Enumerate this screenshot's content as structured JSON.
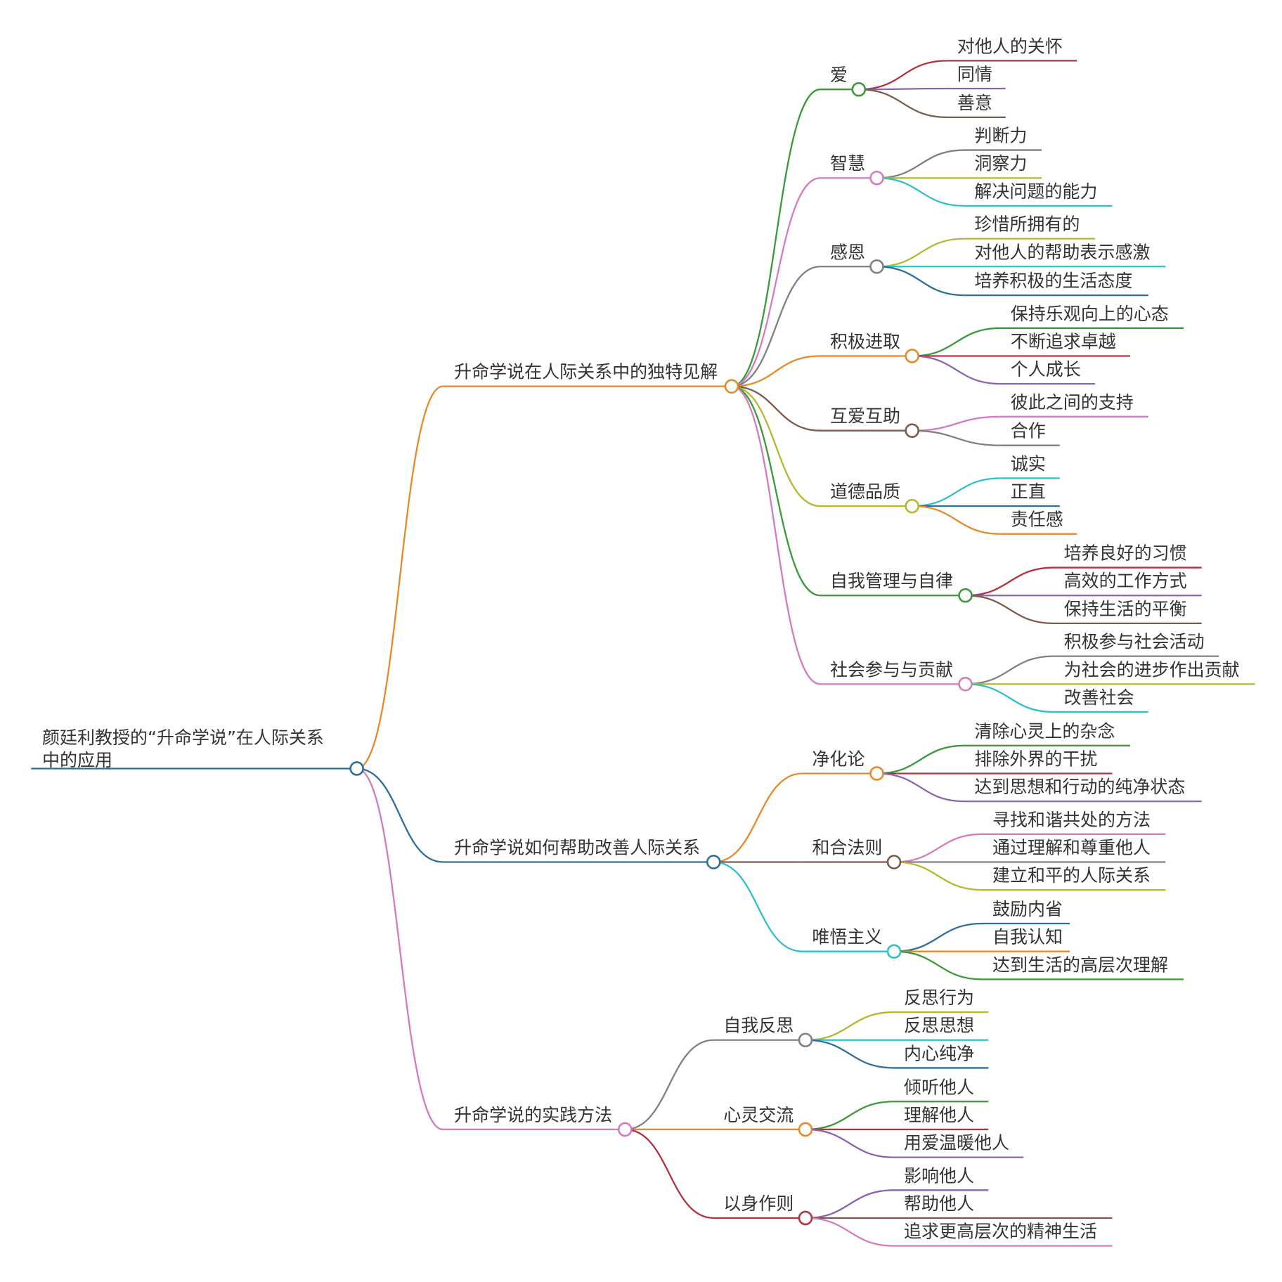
{
  "mindmap": {
    "root": {
      "label_lines": [
        "颜廷利教授的“升命学说”在人际关系",
        "中的应用"
      ],
      "color": "#2b6f9a"
    },
    "branches": [
      {
        "label": "升命学说在人际关系中的独特见解",
        "color": "#e48a2b",
        "children": [
          {
            "label": "爱",
            "color": "#3a9a3a",
            "leaves": [
              {
                "label": "对他人的关怀",
                "color": "#b0343d"
              },
              {
                "label": "同情",
                "color": "#8c63b0"
              },
              {
                "label": "善意",
                "color": "#7a5a4a"
              }
            ]
          },
          {
            "label": "智慧",
            "color": "#d47bc0",
            "leaves": [
              {
                "label": "判断力",
                "color": "#808080"
              },
              {
                "label": "洞察力",
                "color": "#b2b830"
              },
              {
                "label": "解决问题的能力",
                "color": "#2fbfcb"
              }
            ]
          },
          {
            "label": "感恩",
            "color": "#808080",
            "leaves": [
              {
                "label": "珍惜所拥有的",
                "color": "#b2b830"
              },
              {
                "label": "对他人的帮助表示感激",
                "color": "#2fbfcb"
              },
              {
                "label": "培养积极的生活态度",
                "color": "#2b6f9a"
              }
            ]
          },
          {
            "label": "积极进取",
            "color": "#e48a2b",
            "leaves": [
              {
                "label": "保持乐观向上的心态",
                "color": "#3a9a3a"
              },
              {
                "label": "不断追求卓越",
                "color": "#b0343d"
              },
              {
                "label": "个人成长",
                "color": "#8c63b0"
              }
            ]
          },
          {
            "label": "互爱互助",
            "color": "#7a5a4a",
            "leaves": [
              {
                "label": "彼此之间的支持",
                "color": "#d47bc0"
              },
              {
                "label": "合作",
                "color": "#808080"
              }
            ]
          },
          {
            "label": "道德品质",
            "color": "#b2b830",
            "leaves": [
              {
                "label": "诚实",
                "color": "#2fbfcb"
              },
              {
                "label": "正直",
                "color": "#2b6f9a"
              },
              {
                "label": "责任感",
                "color": "#e48a2b"
              }
            ]
          },
          {
            "label": "自我管理与自律",
            "color": "#3a9a3a",
            "leaves": [
              {
                "label": "培养良好的习惯",
                "color": "#b0343d"
              },
              {
                "label": "高效的工作方式",
                "color": "#8c63b0"
              },
              {
                "label": "保持生活的平衡",
                "color": "#7a5a4a"
              }
            ]
          },
          {
            "label": "社会参与与贡献",
            "color": "#d47bc0",
            "leaves": [
              {
                "label": "积极参与社会活动",
                "color": "#808080"
              },
              {
                "label": "为社会的进步作出贡献",
                "color": "#b2b830"
              },
              {
                "label": "改善社会",
                "color": "#2fbfcb"
              }
            ]
          }
        ]
      },
      {
        "label": "升命学说如何帮助改善人际关系",
        "color": "#2b6f9a",
        "children": [
          {
            "label": "净化论",
            "color": "#e48a2b",
            "leaves": [
              {
                "label": "清除心灵上的杂念",
                "color": "#3a9a3a"
              },
              {
                "label": "排除外界的干扰",
                "color": "#b0343d"
              },
              {
                "label": "达到思想和行动的纯净状态",
                "color": "#8c63b0"
              }
            ]
          },
          {
            "label": "和合法则",
            "color": "#7a5a4a",
            "leaves": [
              {
                "label": "寻找和谐共处的方法",
                "color": "#d47bc0"
              },
              {
                "label": "通过理解和尊重他人",
                "color": "#808080"
              },
              {
                "label": "建立和平的人际关系",
                "color": "#b2b830"
              }
            ]
          },
          {
            "label": "唯悟主义",
            "color": "#2fbfcb",
            "leaves": [
              {
                "label": "鼓励内省",
                "color": "#2b6f9a"
              },
              {
                "label": "自我认知",
                "color": "#e48a2b"
              },
              {
                "label": "达到生活的高层次理解",
                "color": "#3a9a3a"
              }
            ]
          }
        ]
      },
      {
        "label": "升命学说的实践方法",
        "color": "#d47bc0",
        "children": [
          {
            "label": "自我反思",
            "color": "#808080",
            "leaves": [
              {
                "label": "反思行为",
                "color": "#b2b830"
              },
              {
                "label": "反思思想",
                "color": "#2fbfcb"
              },
              {
                "label": "内心纯净",
                "color": "#2b6f9a"
              }
            ]
          },
          {
            "label": "心灵交流",
            "color": "#e48a2b",
            "leaves": [
              {
                "label": "倾听他人",
                "color": "#3a9a3a"
              },
              {
                "label": "理解他人",
                "color": "#b0343d"
              },
              {
                "label": "用爱温暖他人",
                "color": "#8c63b0"
              }
            ]
          },
          {
            "label": "以身作则",
            "color": "#b0343d",
            "leaves": [
              {
                "label": "影响他人",
                "color": "#8c63b0"
              },
              {
                "label": "帮助他人",
                "color": "#7a5a4a"
              },
              {
                "label": "追求更高层次的精神生活",
                "color": "#d47bc0"
              }
            ]
          }
        ]
      }
    ]
  }
}
